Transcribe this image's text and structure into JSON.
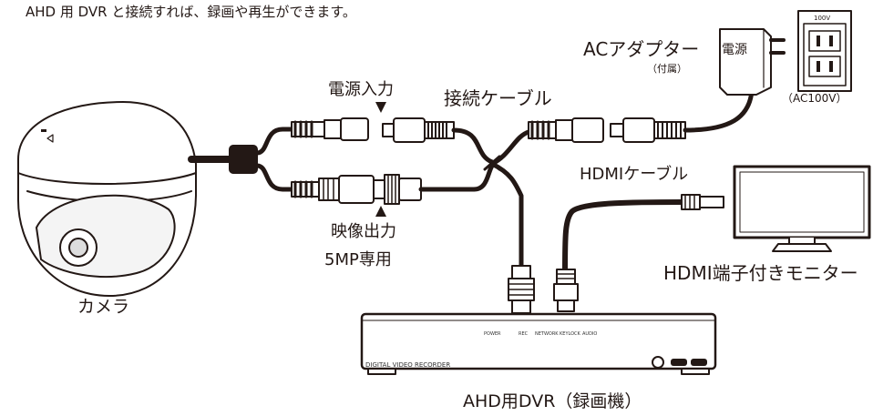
{
  "intro_text": "AHD 用 DVR と接続すれば、録画や再生ができます。",
  "labels": {
    "camera": "カメラ",
    "power_input": "電源入力",
    "video_output": "映像出力",
    "five_mp_only": "5MP専用",
    "connection_cable": "接続ケーブル",
    "ac_adapter": "ACアダプター",
    "ac_adapter_sub": "（付属）",
    "adapter_name": "電源",
    "outlet_voltage": "100V",
    "ac100v": "（AC100V）",
    "hdmi_cable": "HDMIケーブル",
    "monitor": "HDMI端子付きモニター",
    "dvr": "AHD用DVR（録画機）"
  },
  "dvr": {
    "brand": "DIGITAL VIDEO RECORDER",
    "indicators": [
      "POWER",
      "REC",
      "NETWORK",
      "KEYLOCK",
      "AUDIO"
    ]
  },
  "colors": {
    "line": "#231815",
    "background": "#ffffff"
  }
}
